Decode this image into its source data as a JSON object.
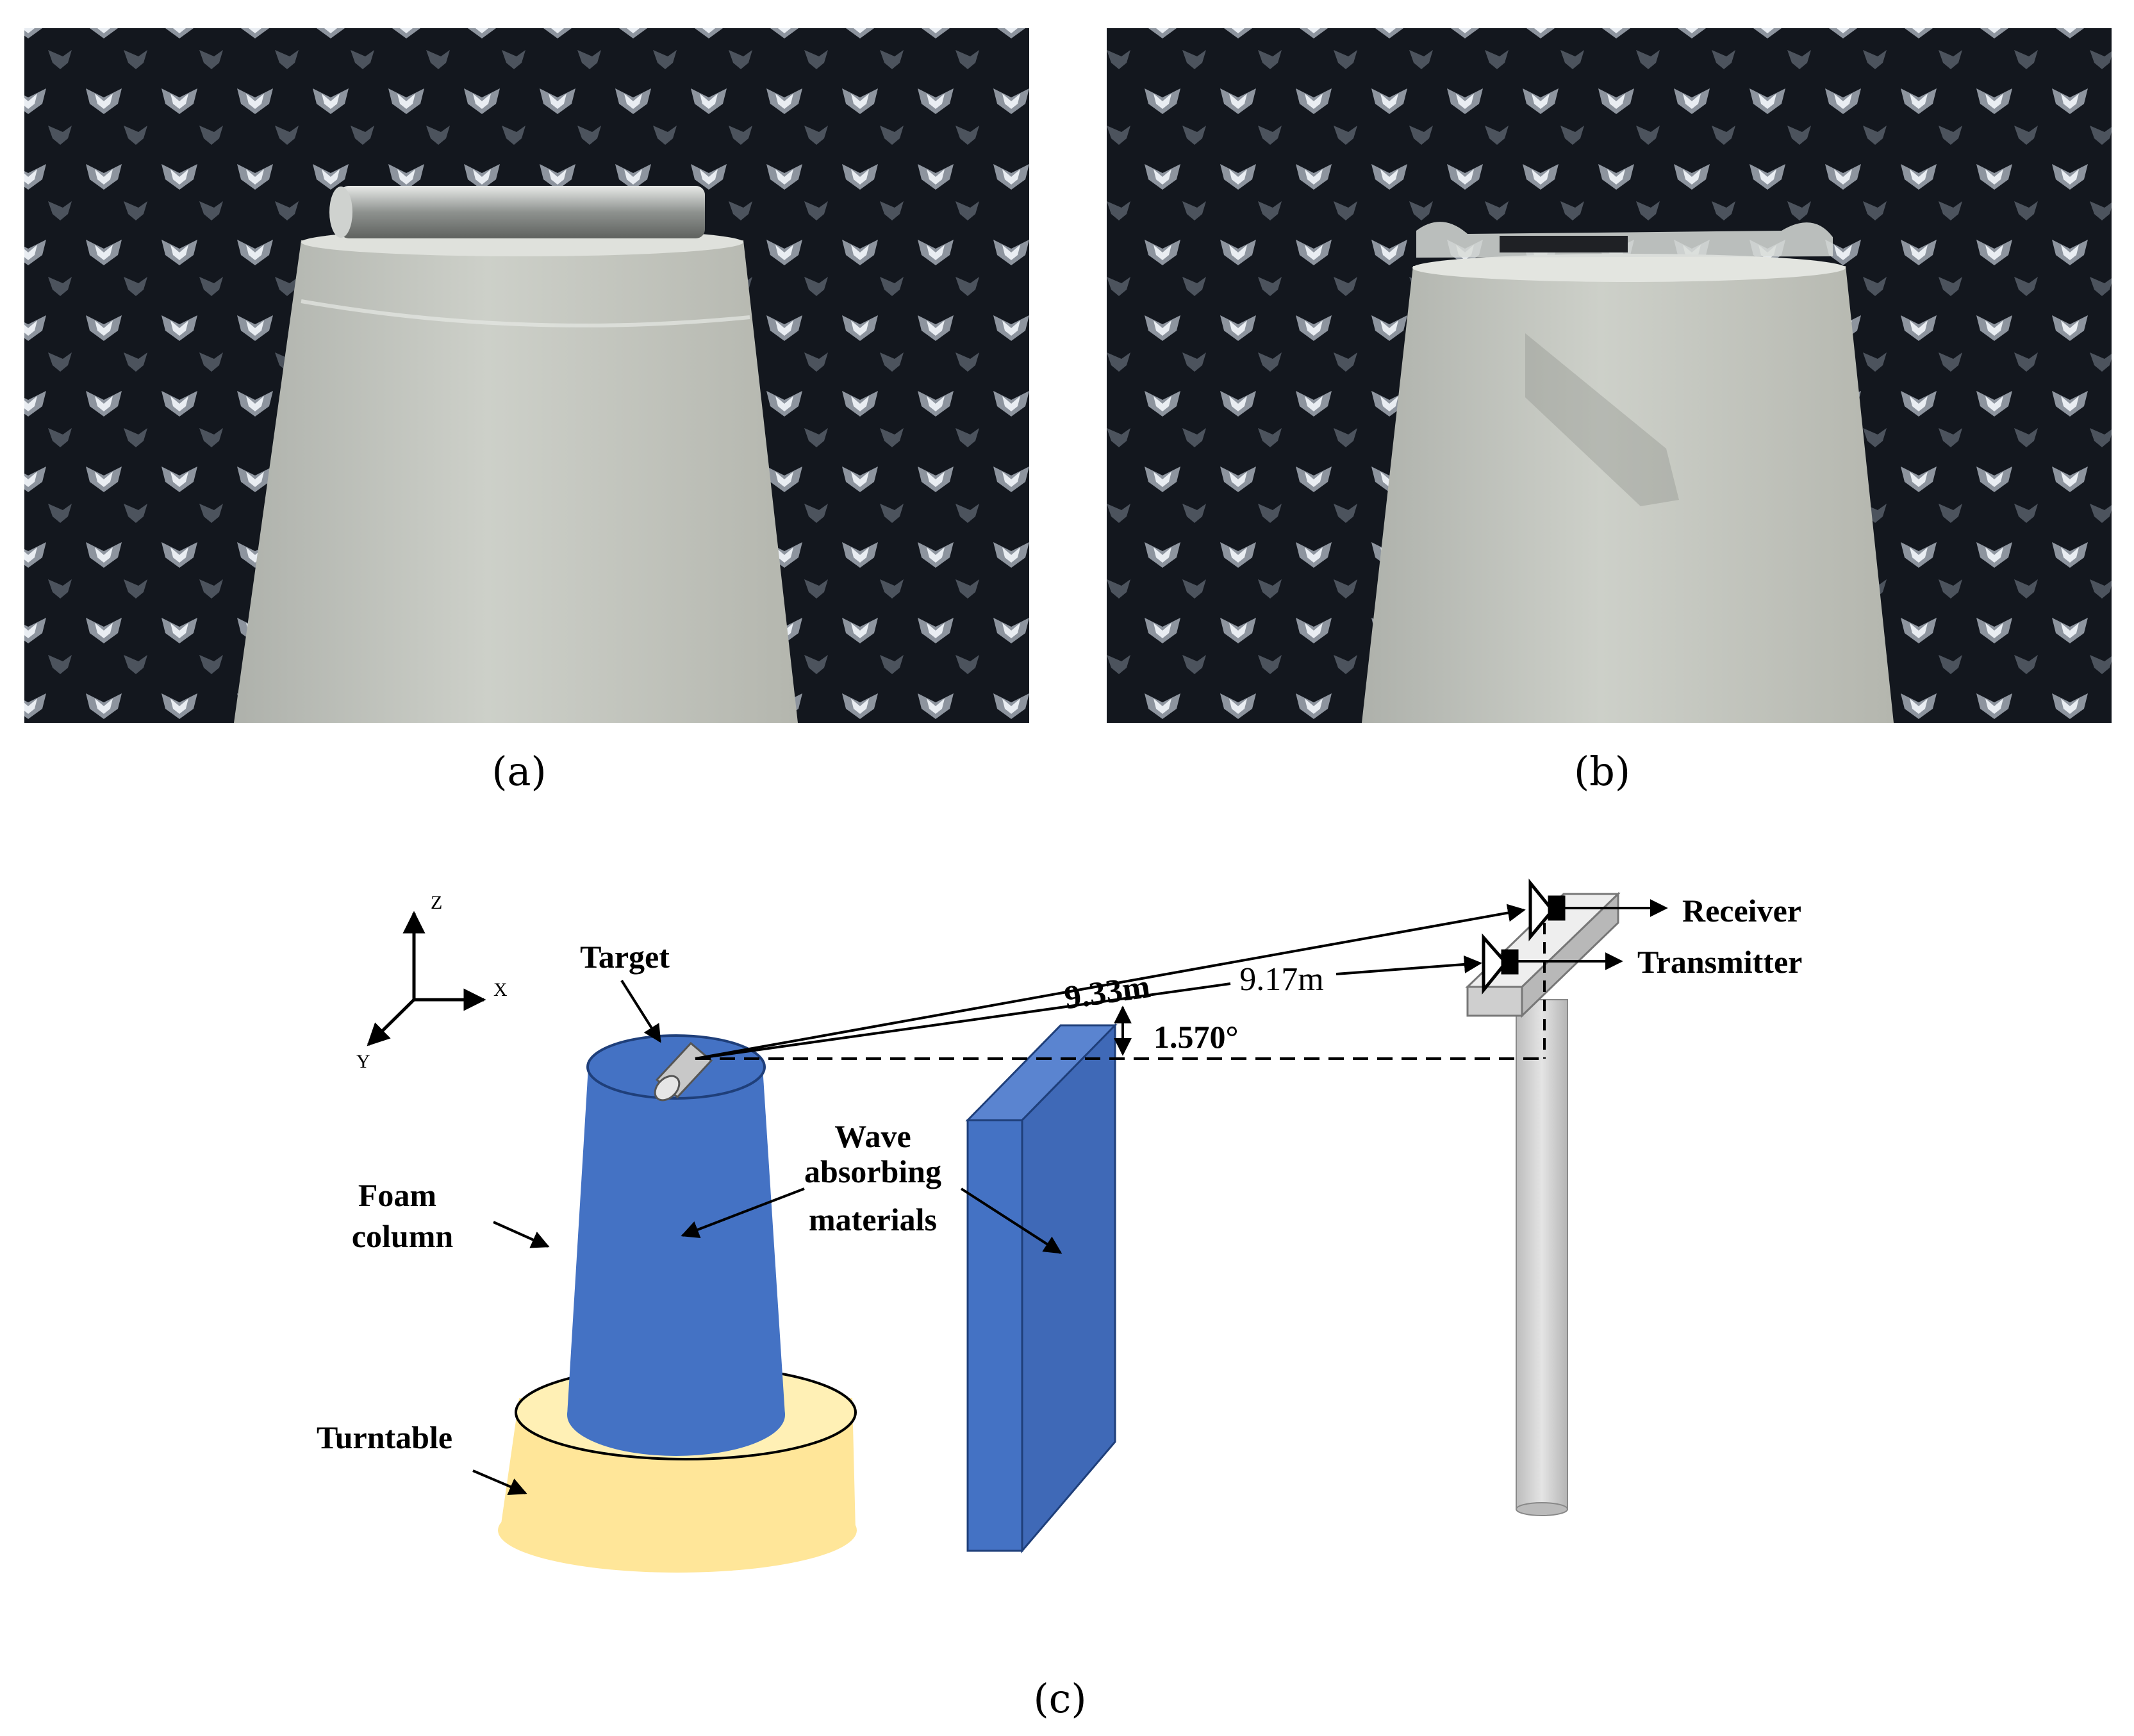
{
  "panels": {
    "a": {
      "caption": "(a)"
    },
    "b": {
      "caption": "(b)"
    },
    "c": {
      "caption": "(c)"
    }
  },
  "axes": {
    "z": "Z",
    "x": "X",
    "y": "Y"
  },
  "labels": {
    "target": "Target",
    "foam_column_line1": "Foam",
    "foam_column_line2": "column",
    "turntable": "Turntable",
    "wave_line1": "Wave",
    "wave_line2": "absorbing",
    "wave_line3": "materials",
    "receiver": "Receiver",
    "transmitter": "Transmitter"
  },
  "measurements": {
    "receiver_distance": "9.33m",
    "transmitter_distance": "9.17m",
    "elevation_angle": "1.570°"
  },
  "colors": {
    "foam_blue": "#4472C4",
    "turntable_yellow": "#FFE699",
    "pole_gray": "#D0D0D0",
    "photo_background": "#14181f",
    "photo_column": "#c9cbc4"
  }
}
